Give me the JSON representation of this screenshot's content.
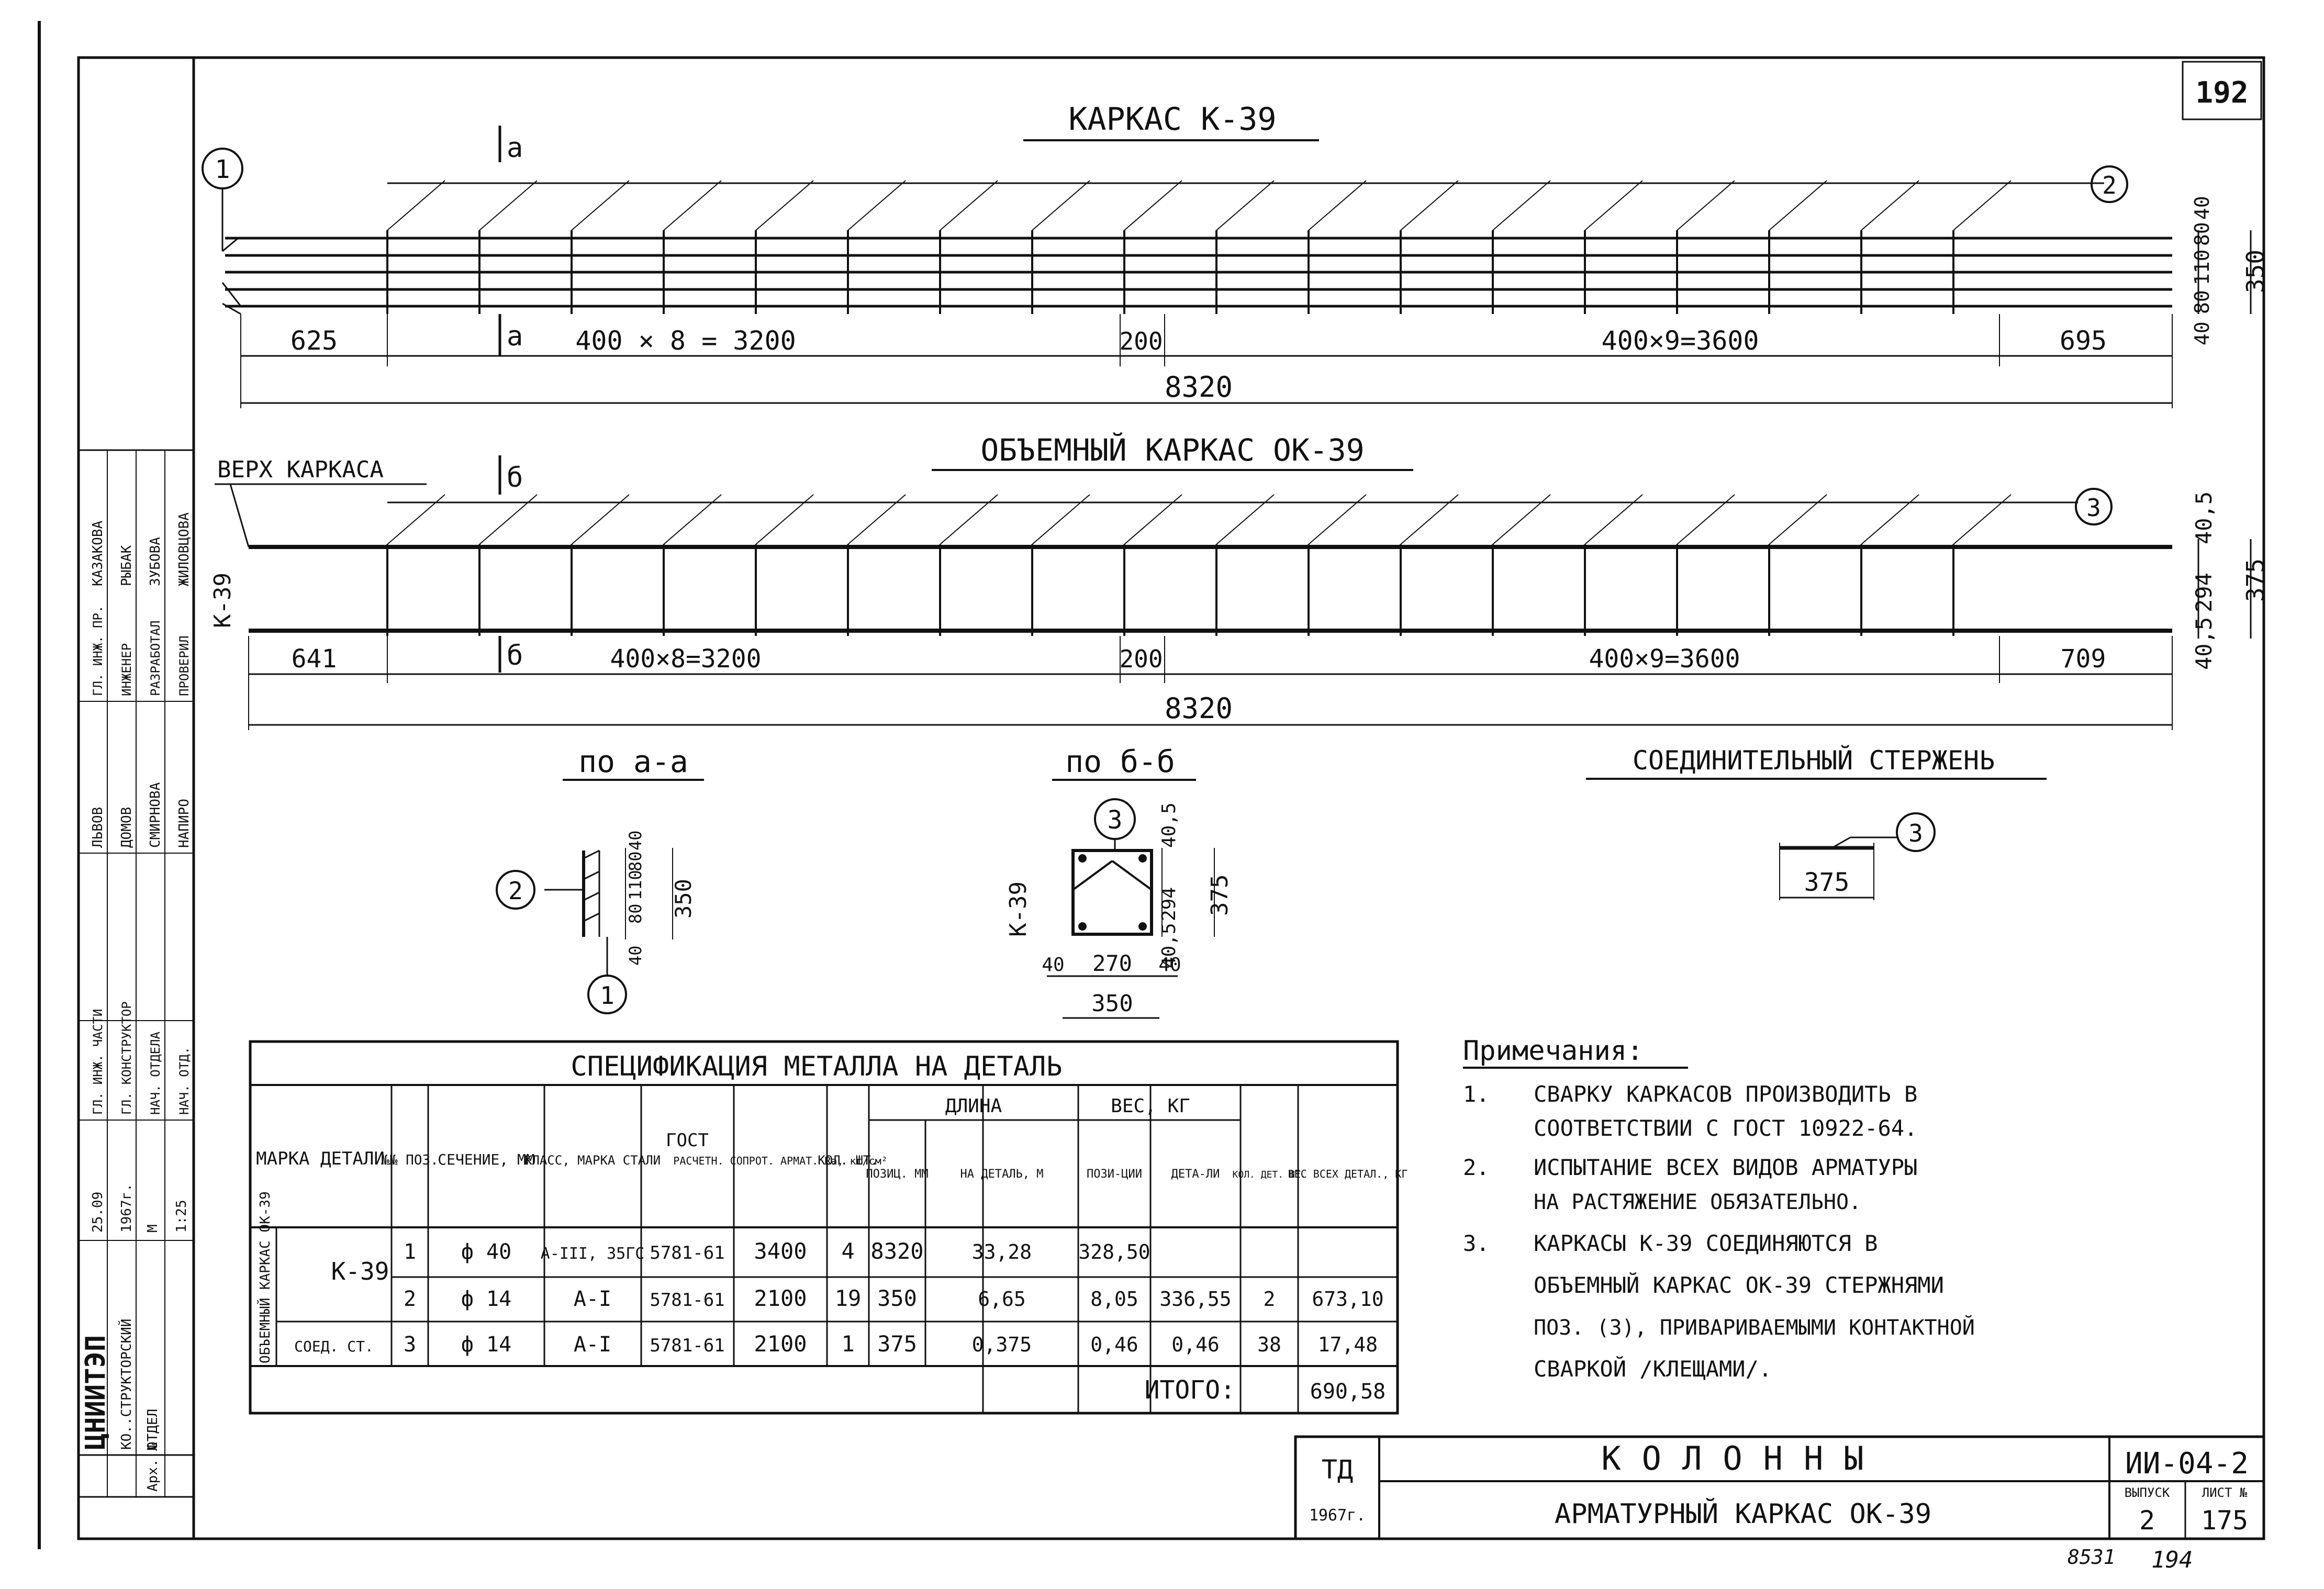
{
  "sheet_number": "192",
  "frame_text": {
    "arch_no": "Арх. №",
    "institute": "ЦНИИТЭП",
    "dept_line1": "КО..СТРУКТОРСКИЙ",
    "dept_line2": "ОТДЕЛ",
    "date": "25.09",
    "year": "1967г.",
    "m_label": "М",
    "scale": "1:25",
    "roles": [
      "ГЛ. ИНЖ. ЧАСТИ",
      "ГЛ. КОНСТРУКТОР",
      "НАЧ. ОТДЕЛА",
      "НАЧ. ОТД."
    ],
    "names": [
      "ЛЬВОВ",
      "ДОМОВ",
      "СМИРНОВА",
      "НАПИРО"
    ],
    "roles2": [
      "ГЛ. ИНЖ. ПР.",
      "ИНЖЕНЕР",
      "РАЗРАБОТАЛ",
      "ПРОВЕРИЛ"
    ],
    "names2": [
      "КАЗАКОВА",
      "РЫБАК",
      "ЗУБОВА",
      "ЖИЛОВЦОВА"
    ]
  },
  "title_block": {
    "org": "ТД",
    "year": "1967г.",
    "title": "КОЛОННЫ",
    "subtitle": "АРМАТУРНЫЙ КАРКАС ОК-39",
    "series": "ИИ-04-2",
    "issue_label": "ВЫПУСК",
    "issue": "2",
    "sheet_label": "ЛИСТ №",
    "sheet": "175"
  },
  "footer_stamp": {
    "left": "8531",
    "right": "194"
  },
  "frame1": {
    "title": "КАРКАС К-39",
    "section_mark": "а",
    "callout_left": "1",
    "callout_right": "2",
    "dims": [
      "625",
      "400 × 8 = 3200",
      "200",
      "400×9=3600",
      "695"
    ],
    "total": "8320",
    "vertical_dims": [
      "40",
      "80",
      "110",
      "80",
      "40"
    ],
    "vertical_total": "350"
  },
  "frame2": {
    "title": "ОБЪЕМНЫЙ КАРКАС ОК-39",
    "top_label": "ВЕРХ КАРКАСА",
    "side_label": "К-39",
    "section_mark": "б",
    "callout": "3",
    "dims": [
      "641",
      "400×8=3200",
      "200",
      "400×9=3600",
      "709"
    ],
    "total": "8320",
    "vertical_dims": [
      "40,5",
      "294",
      "40,5"
    ],
    "vertical_total": "375"
  },
  "section_aa": {
    "title": "по а-а",
    "callout_top": "2",
    "callout_bottom": "1",
    "dims": [
      "40",
      "80",
      "110",
      "80",
      "40"
    ],
    "total": "350"
  },
  "section_bb": {
    "title": "по б-б",
    "callout": "3",
    "side_label": "К-39",
    "vertical_dims": [
      "40,5",
      "294",
      "40,5"
    ],
    "vertical_total": "375",
    "horizontal_dims": [
      "40",
      "270",
      "40"
    ],
    "horizontal_total": "350"
  },
  "connector": {
    "title": "СОЕДИНИТЕЛЬНЫЙ СТЕРЖЕНЬ",
    "callout": "3",
    "length": "375"
  },
  "spec": {
    "title": "СПЕЦИФИКАЦИЯ МЕТАЛЛА НА ДЕТАЛЬ",
    "headers": {
      "mark": "МАРКА ДЕТАЛИ",
      "pos": "№№ ПОЗ.",
      "section": "СЕЧЕНИЕ, ММ",
      "class": "КЛАСС, МАРКА СТАЛИ",
      "gost": "ГОСТ",
      "resist": "РАСЧЕТН. СОПРОТ. АРМАТ. Ra, кг/см²",
      "qty": "КОЛ. ШТ.",
      "length": "ДЛИНА",
      "length_pos": "ПОЗИЦ. ММ",
      "length_det": "НА ДЕТАЛЬ, М",
      "weight": "ВЕС, КГ",
      "weight_pos": "ПОЗИ-ЦИИ",
      "weight_det": "ДЕТА-ЛИ",
      "qty_det": "КОЛ. ДЕТ. ШТ.",
      "weight_all": "ВЕС ВСЕХ ДЕТАЛ., КГ"
    },
    "group_label": "ОБЪЕМНЫЙ КАРКАС ОК-39",
    "rows": [
      {
        "mark": "К-39",
        "pos": "1",
        "section": "ф 40",
        "class": "А-III, 35ГС",
        "gost": "5781-61",
        "resist": "3400",
        "qty": "4",
        "len_pos": "8320",
        "len_det": "33,28",
        "w_pos": "328,50",
        "w_det": "",
        "qty_det": "",
        "w_all": ""
      },
      {
        "mark": "",
        "pos": "2",
        "section": "ф 14",
        "class": "А-I",
        "gost": "5781-61",
        "resist": "2100",
        "qty": "19",
        "len_pos": "350",
        "len_det": "6,65",
        "w_pos": "8,05",
        "w_det": "336,55",
        "qty_det": "2",
        "w_all": "673,10"
      },
      {
        "mark": "СОЕД. СТ.",
        "pos": "3",
        "section": "ф 14",
        "class": "А-I",
        "gost": "5781-61",
        "resist": "2100",
        "qty": "1",
        "len_pos": "375",
        "len_det": "0,375",
        "w_pos": "0,46",
        "w_det": "0,46",
        "qty_det": "38",
        "w_all": "17,48"
      }
    ],
    "total_label": "ИТОГО:",
    "total_value": "690,58"
  },
  "notes": {
    "title": "Примечания:",
    "items": [
      {
        "n": "1.",
        "lines": [
          "СВАРКУ КАРКАСОВ ПРОИЗВОДИТЬ В",
          "СООТВЕТСТВИИ С ГОСТ 10922-64."
        ]
      },
      {
        "n": "2.",
        "lines": [
          "ИСПЫТАНИЕ ВСЕХ ВИДОВ АРМАТУРЫ",
          "НА РАСТЯЖЕНИЕ ОБЯЗАТЕЛЬНО."
        ]
      },
      {
        "n": "3.",
        "lines": [
          "КАРКАСЫ К-39 СОЕДИНЯЮТСЯ В",
          "ОБЪЕМНЫЙ КАРКАС ОК-39 СТЕРЖНЯМИ",
          "ПОЗ. (3), ПРИВАРИВАЕМЫМИ КОНТАКТНОЙ",
          "СВАРКОЙ /КЛЕЩАМИ/."
        ]
      }
    ]
  }
}
